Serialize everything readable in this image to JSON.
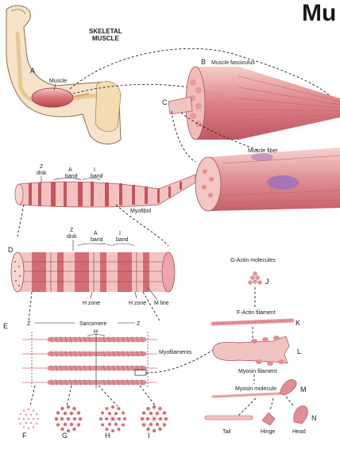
{
  "title": "Mu",
  "skeletal_muscle": [
    "SKELETAL",
    "MUSCLE"
  ],
  "letters": {
    "A": "A",
    "B": "B",
    "C": "C",
    "D": "D",
    "E": "E",
    "F": "F",
    "G": "G",
    "H": "H",
    "I": "I",
    "J": "J",
    "K": "K",
    "L": "L",
    "M": "M",
    "N": "N"
  },
  "labels": {
    "muscle": "Muscle",
    "muscle_fasciculus": "Muscle fasciculus",
    "muscle_fiber": "Muscle fiber",
    "myofibril": "Myofibril",
    "z_disk": [
      "Z",
      "disk"
    ],
    "a_band": [
      "A",
      "band"
    ],
    "i_band": [
      "I",
      "band"
    ],
    "h_zone": "H zone",
    "m_line": "M line",
    "sarcomere": "Sarcomere",
    "h": "H",
    "z": "Z",
    "myofilaments": "Myofilaments",
    "g_actin": "G-Actin molecules",
    "f_actin": "F-Actin filament",
    "myosin_filament": "Myosin filament",
    "myosin_molecule": "Myosin molecule",
    "tail": "Tail",
    "hinge": "Hinge",
    "head": "Head"
  },
  "colors": {
    "muscle": "#d9737a",
    "muscle_light": "#f2c4c1",
    "muscle_dark": "#b84552",
    "bone": "#f3ddb0",
    "skin": "#f6e3c8",
    "fiber_purple": "#9a6fc0"
  }
}
